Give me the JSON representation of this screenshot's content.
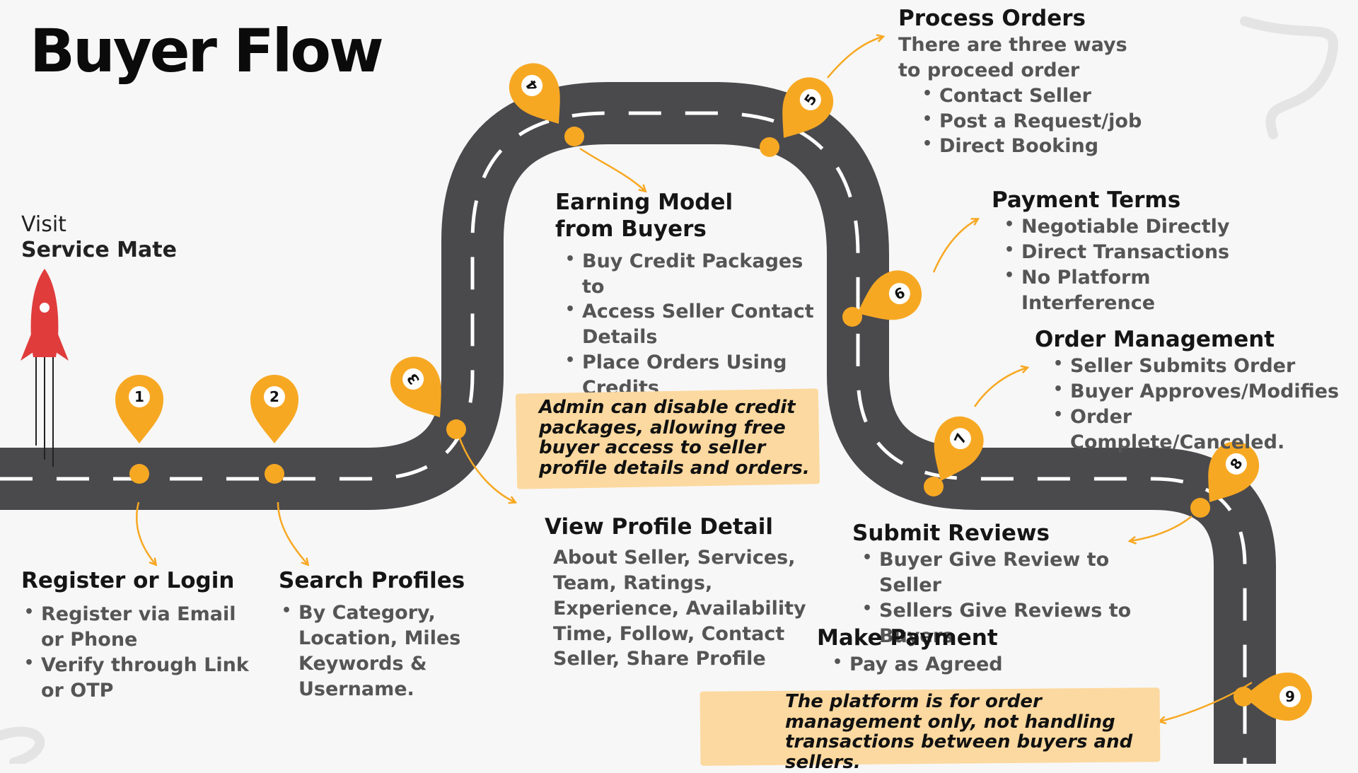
{
  "title": "Buyer Flow",
  "visit": {
    "line1": "Visit",
    "line2": "Service Mate"
  },
  "colors": {
    "road": "#4a4a4d",
    "pin": "#f7a823",
    "note_bg": "#fcd9a0",
    "rocket": "#e03c3c"
  },
  "steps": [
    {
      "number": "1",
      "heading": "Register or Login",
      "bullets": [
        "Register via Email or Phone",
        "Verify through Link or OTP"
      ]
    },
    {
      "number": "2",
      "heading": "Search Profiles",
      "bullets": [
        "By Category, Location, Miles Keywords & Username."
      ]
    },
    {
      "number": "3",
      "heading": "View Profile Detail",
      "description": "About Seller, Services, Team, Ratings, Experience, Availability Time, Follow, Contact Seller, Share Profile"
    },
    {
      "number": "4",
      "heading": "Earning Model from Buyers",
      "bullets": [
        "Buy Credit Packages to",
        "Access Seller Contact Details",
        "Place Orders Using Credits"
      ]
    },
    {
      "number": "5",
      "heading": "Process Orders",
      "description": "There are three ways to proceed order",
      "bullets": [
        "Contact Seller",
        "Post a Request/job",
        "Direct Booking"
      ]
    },
    {
      "number": "6",
      "heading": "Payment Terms",
      "bullets": [
        "Negotiable Directly",
        "Direct Transactions",
        "No Platform Interference"
      ]
    },
    {
      "number": "7",
      "heading": "Order Management",
      "bullets": [
        "Seller Submits Order",
        "Buyer Approves/Modifies",
        "Order Complete/Canceled."
      ]
    },
    {
      "number": "8",
      "heading": "Submit Reviews",
      "bullets": [
        "Buyer Give Review to Seller",
        "Sellers Give Reviews to Buyers"
      ]
    },
    {
      "number": "9",
      "heading": "Make Payment",
      "bullets": [
        "Pay as Agreed"
      ]
    }
  ],
  "notes": {
    "credit": "Admin can disable credit packages, allowing free buyer access to seller profile details and orders.",
    "platform": "The platform is for order management only, not handling transactions between buyers and sellers."
  }
}
